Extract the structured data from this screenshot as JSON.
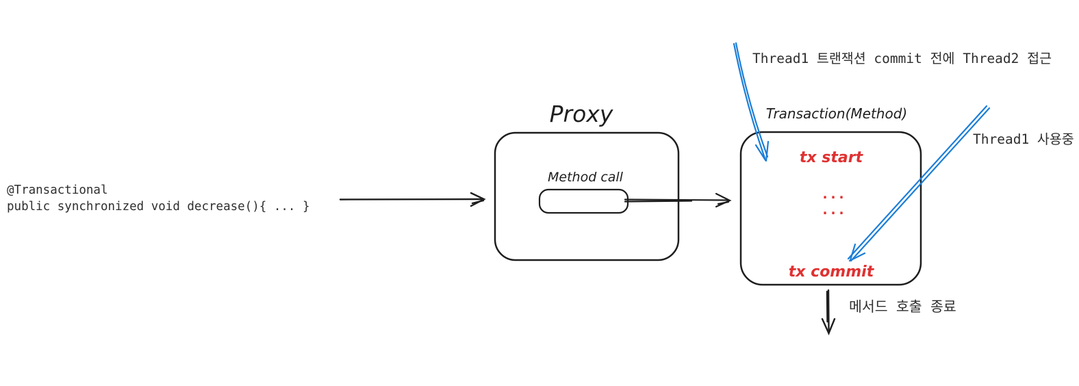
{
  "colors": {
    "ink": "#1e1e1e",
    "red": "#e03131",
    "blue": "#1c7ed6",
    "label": "#2e2e2e"
  },
  "code": {
    "line1": "@Transactional",
    "line2": "public synchronized void decrease(){ ... }"
  },
  "proxy_box": {
    "title": "Proxy",
    "method_call_label": "Method call"
  },
  "transaction_box": {
    "title": "Transaction(Method)",
    "tx_start": "tx start",
    "dots1": "...",
    "dots2": "...",
    "tx_commit": "tx commit"
  },
  "annotations": {
    "thread2_access": "Thread1 트랜잭션 commit 전에 Thread2 접근",
    "thread1_in_use": "Thread1 사용중",
    "method_call_end": "메서드 호출 종료"
  }
}
